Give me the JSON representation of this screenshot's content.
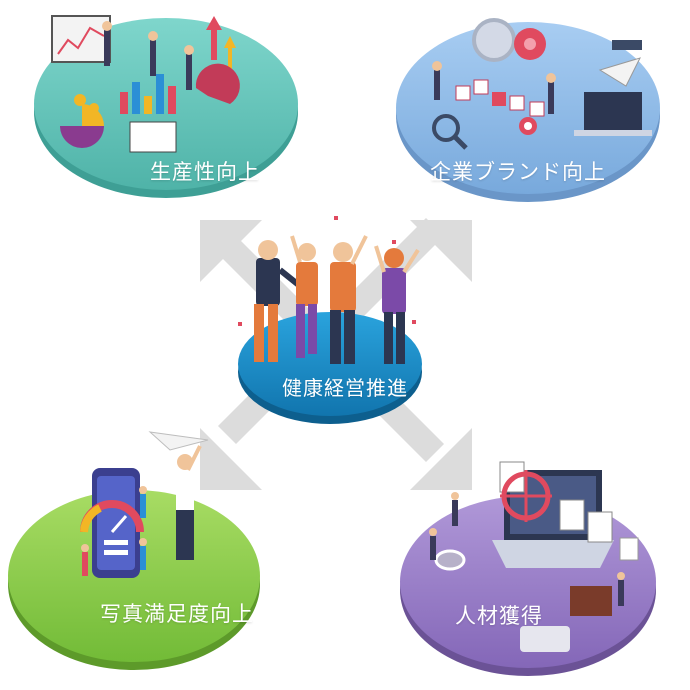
{
  "center": {
    "label": "健康経営推進"
  },
  "nodes": {
    "top_left": {
      "label": "生産性向上"
    },
    "top_right": {
      "label": "企業ブランド向上"
    },
    "bottom_left": {
      "label": "写真満足度向上"
    },
    "bottom_right": {
      "label": "人材獲得"
    }
  },
  "colors": {
    "top_left_disc": "#6cc9c0",
    "top_right_disc": "#8fb9e6",
    "bottom_left_disc": "#8fcf4f",
    "bottom_right_disc": "#9a7fc8",
    "center_disc": "#1b89c6",
    "arrows": "#dcdcdc"
  }
}
